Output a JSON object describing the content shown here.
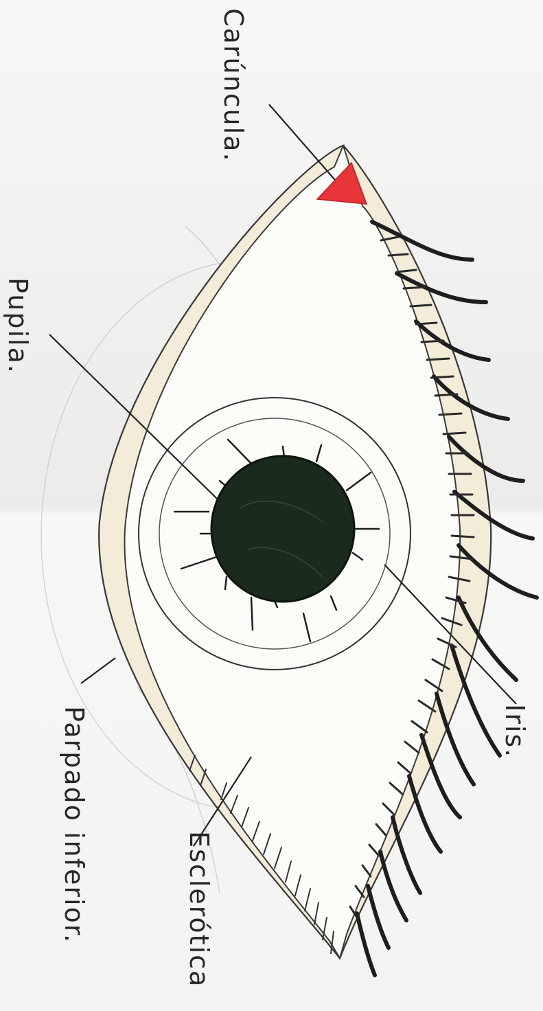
{
  "diagram": {
    "labels": {
      "caruncula": "Carúncula.",
      "pupila": "Pupila.",
      "iris": "Iris.",
      "esclerotica": "Esclerótica",
      "parpado_inferior": "Parpado inferior."
    },
    "colors": {
      "paper": "#f1f1ef",
      "pencil": "#3a3a3a",
      "caruncula_fill": "#e8353a",
      "pupil_fill": "#1a2a1c",
      "eyelid_fill": "#f2ecd8",
      "lashes": "#1e1e1e"
    }
  }
}
